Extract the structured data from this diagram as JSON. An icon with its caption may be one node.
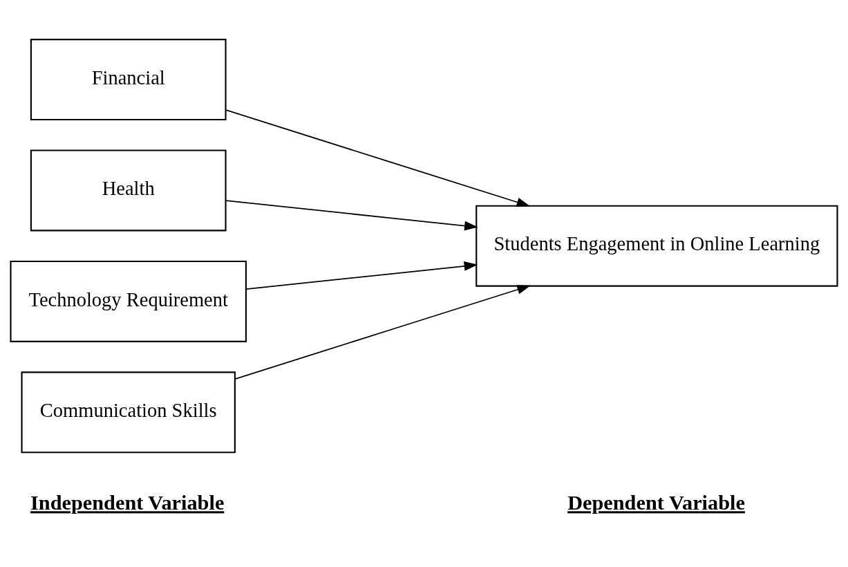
{
  "diagram": {
    "nodes": [
      {
        "text": [
          "Financial"
        ]
      },
      {
        "text": [
          "Health"
        ]
      },
      {
        "text": [
          "Technology Requirement"
        ]
      },
      {
        "text": [
          "Communication Skills"
        ]
      },
      {
        "text": [
          "Students Engagement in Online Learning"
        ]
      }
    ],
    "edges": [
      {
        "from": 0,
        "to": 4,
        "arrow": "to"
      },
      {
        "from": 1,
        "to": 4,
        "arrow": "to"
      },
      {
        "from": 2,
        "to": 4,
        "arrow": "to"
      },
      {
        "from": 3,
        "to": 4,
        "arrow": "to"
      }
    ],
    "labels": [
      "Independent Variable",
      "Dependent Variable"
    ]
  }
}
